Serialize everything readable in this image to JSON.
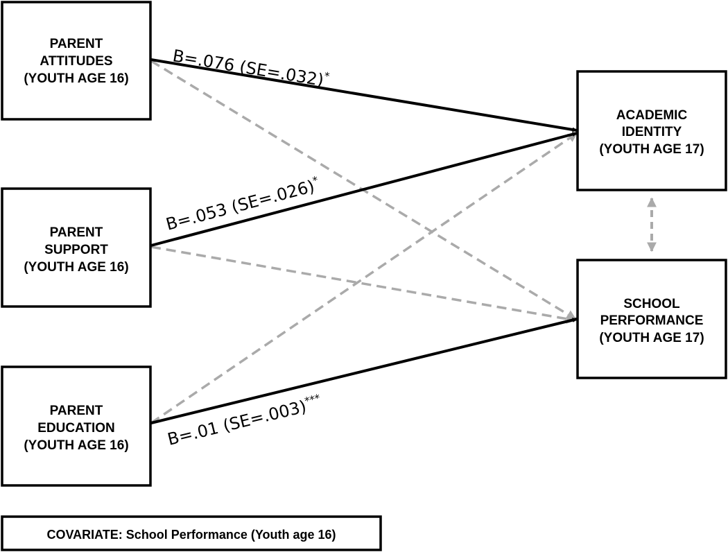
{
  "colors": {
    "box_border": "#000000",
    "significant_path": "#000000",
    "nonsignificant_path": "#aaaaaa",
    "background": "#ffffff"
  },
  "nodes": {
    "parent_attitudes": {
      "line1": "PARENT",
      "line2": "ATTITUDES",
      "line3": "(YOUTH AGE 16)"
    },
    "parent_support": {
      "line1": "PARENT",
      "line2": "SUPPORT",
      "line3": "(YOUTH AGE 16)"
    },
    "parent_education": {
      "line1": "PARENT",
      "line2": "EDUCATION",
      "line3": "(YOUTH AGE 16)"
    },
    "academic_identity": {
      "line1": "ACADEMIC",
      "line2": "IDENTITY",
      "line3": "(YOUTH AGE 17)"
    },
    "school_performance": {
      "line1": "SCHOOL",
      "line2": "PERFORMANCE",
      "line3": "(YOUTH AGE 17)"
    }
  },
  "covariate": {
    "label": "COVARIATE:",
    "text": " School Performance (Youth age 16)"
  },
  "paths": {
    "attitudes_to_identity": {
      "main": "B=.076 (SE=.032)",
      "sig": "*",
      "style": "solid"
    },
    "support_to_identity": {
      "main": "B=.053 (SE=.026)",
      "sig": "*",
      "style": "solid"
    },
    "education_to_performance": {
      "main": "B=.01 (SE=.003)",
      "sig": "***",
      "style": "solid"
    },
    "attitudes_to_performance": {
      "style": "dashed"
    },
    "support_to_performance": {
      "style": "dashed"
    },
    "education_to_identity": {
      "style": "dashed"
    },
    "identity_performance_correlation": {
      "style": "dashed-bidirectional"
    }
  }
}
